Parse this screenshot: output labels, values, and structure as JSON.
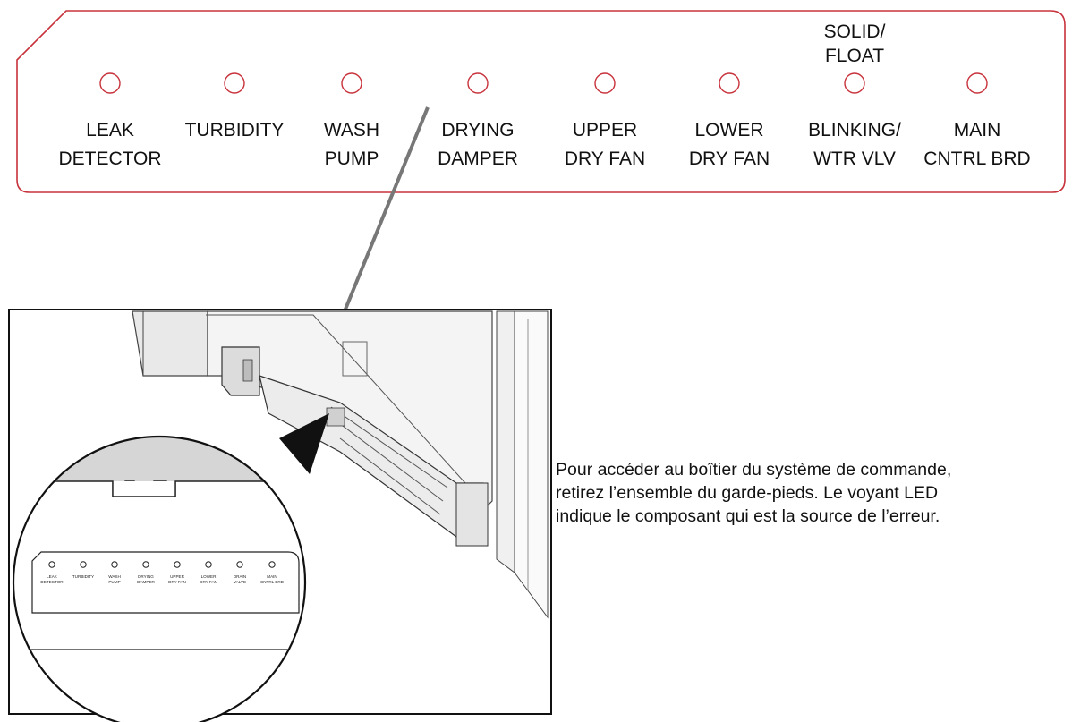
{
  "panel": {
    "indicators": [
      {
        "label_top": "",
        "label_line1": "LEAK",
        "label_line2": "DETECTOR"
      },
      {
        "label_top": "",
        "label_line1": "TURBIDITY",
        "label_line2": ""
      },
      {
        "label_top": "",
        "label_line1": "WASH",
        "label_line2": "PUMP"
      },
      {
        "label_top": "",
        "label_line1": "DRYING",
        "label_line2": "DAMPER"
      },
      {
        "label_top": "",
        "label_line1": "UPPER",
        "label_line2": "DRY FAN"
      },
      {
        "label_top": "",
        "label_line1": "LOWER",
        "label_line2": "DRY FAN"
      },
      {
        "label_top": "SOLID/",
        "label_top2": "FLOAT",
        "label_line1": "BLINKING/",
        "label_line2": "WTR VLV"
      },
      {
        "label_top": "",
        "label_line1": "MAIN",
        "label_line2": "CNTRL BRD"
      }
    ],
    "border_color": "#c8323c"
  },
  "inset": {
    "mini_labels": [
      [
        "LEAK",
        "DETECTOR"
      ],
      [
        "TURBIDITY",
        ""
      ],
      [
        "WASH",
        "PUMP"
      ],
      [
        "DRYING",
        "DAMPER"
      ],
      [
        "UPPER",
        "DRY FAN"
      ],
      [
        "LOWER",
        "DRY FAN"
      ],
      [
        "DRAIN",
        "VALVE"
      ],
      [
        "MAIN",
        "CNTRL BRD"
      ]
    ]
  },
  "caption": {
    "line1": "Pour accéder au boîtier du système de commande,",
    "line2": "retirez l’ensemble du garde-pieds. Le voyant LED",
    "line3": "indique le composant qui est la source de l’erreur."
  }
}
